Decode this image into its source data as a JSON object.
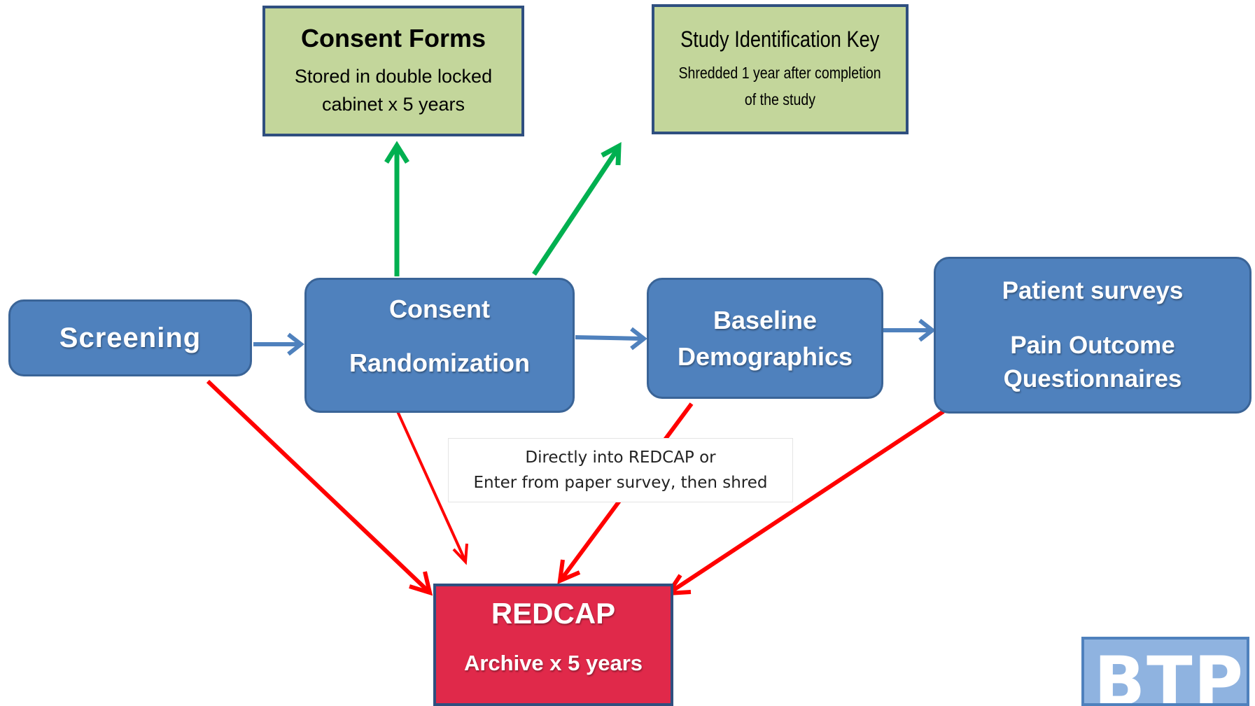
{
  "nodes": {
    "consent_forms": {
      "title": "Consent Forms",
      "line1": "Stored in double locked",
      "line2": "cabinet x 5 years"
    },
    "study_key": {
      "title": "Study Identification Key",
      "line1": "Shredded 1 year after completion",
      "line2": "of the study"
    },
    "screening": {
      "label": "Screening"
    },
    "consent": {
      "line1": "Consent",
      "line2": "Randomization"
    },
    "baseline": {
      "line1": "Baseline",
      "line2": "Demographics"
    },
    "patient": {
      "line1": "Patient surveys",
      "line2": "Pain Outcome",
      "line3": "Questionnaires"
    },
    "redcap": {
      "title": "REDCAP",
      "subtitle": "Archive x 5 years"
    }
  },
  "note": {
    "line1": "Directly into REDCAP or",
    "line2": "Enter from paper survey, then shred"
  },
  "logo": {
    "text": "BTP"
  },
  "colors": {
    "flow_arrow": "#4f81bd",
    "store_arrow": "#00b050",
    "data_arrow": "#ff0000"
  }
}
